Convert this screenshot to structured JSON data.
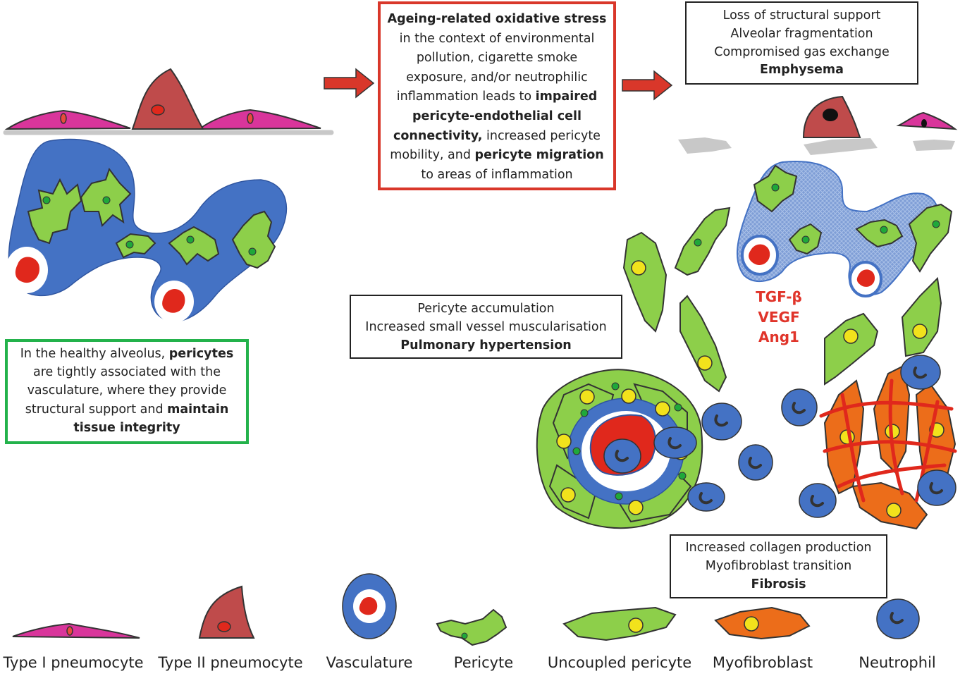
{
  "intro_box": {
    "line1": "Ageing-related oxidative stress",
    "line2": "in the context of environmental",
    "line3": "pollution, cigarette smoke",
    "line4": "exposure, and/or neutrophilic",
    "line5_a": "inflammation leads to ",
    "line5_b": "impaired",
    "line6": "pericyte-endothelial cell",
    "line7_a": "connectivity,",
    "line7_b": " increased pericyte",
    "line8_a": "mobility, and ",
    "line8_b": "pericyte migration",
    "line9": "to areas of inflammation"
  },
  "emphysema_box": {
    "line1": "Loss of structural support",
    "line2": "Alveolar fragmentation",
    "line3": "Compromised gas exchange",
    "line4": "Emphysema"
  },
  "healthy_box": {
    "line1_a": "In the healthy alveolus, ",
    "line1_b": "pericytes",
    "line2": "are tightly associated with the",
    "line3": "vasculature, where they provide",
    "line4_a": "structural support and ",
    "line4_b": "maintain",
    "line5": "tissue integrity"
  },
  "ph_box": {
    "line1": "Pericyte accumulation",
    "line2": "Increased small vessel muscularisation",
    "line3": "Pulmonary hypertension"
  },
  "fibrosis_box": {
    "line1": "Increased collagen production",
    "line2": "Myofibroblast transition",
    "line3": "Fibrosis"
  },
  "mediators": [
    "TGF-β",
    "VEGF",
    "Ang1"
  ],
  "legend": [
    {
      "label": "Type I pneumocyte",
      "icon": "type-1-pneumocyte-icon"
    },
    {
      "label": "Type II pneumocyte",
      "icon": "type-2-pneumocyte-icon"
    },
    {
      "label": "Vasculature",
      "icon": "vasculature-icon"
    },
    {
      "label": "Pericyte",
      "icon": "pericyte-icon"
    },
    {
      "label": "Uncoupled pericyte",
      "icon": "uncoupled-pericyte-icon"
    },
    {
      "label": "Myofibroblast",
      "icon": "myofibroblast-icon"
    },
    {
      "label": "Neutrophil",
      "icon": "neutrophil-icon"
    }
  ],
  "colors": {
    "type1": "#d9359b",
    "type2": "#bf4b4b",
    "vessel": "#4472c4",
    "blood": "#e0281c",
    "pericyte": "#8dcf4a",
    "pericyte_nucleus": "#1fa83a",
    "uncoupled_nucleus": "#f2e21c",
    "myofibroblast": "#ec6d1a",
    "collagen": "#e0281c",
    "arrow": "#d9372a",
    "emphysema_tissue": "#c8c8c8"
  }
}
